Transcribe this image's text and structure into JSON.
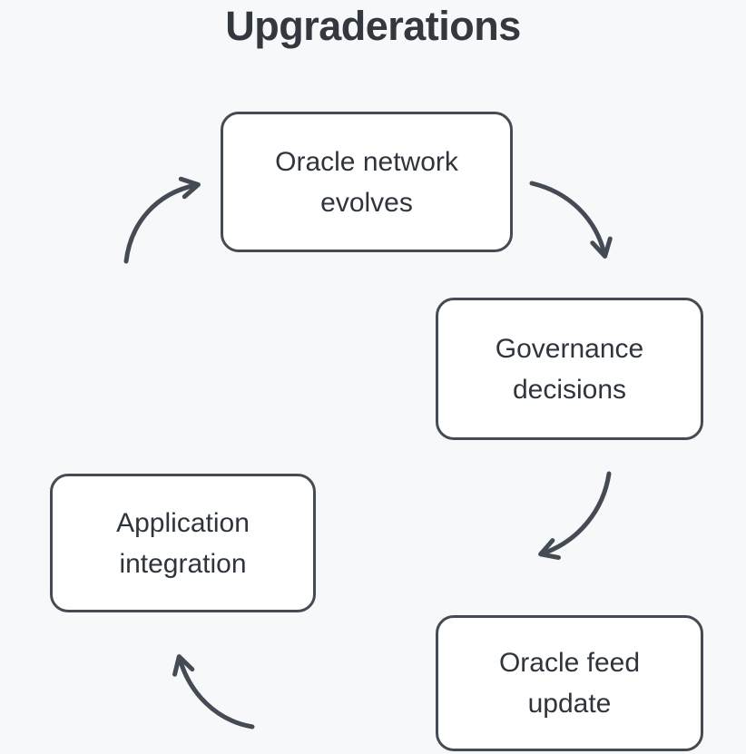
{
  "title": "Upgraderations",
  "diagram": {
    "type": "cycle",
    "nodes": [
      {
        "id": "oracle-network-evolves",
        "label": "Oracle network\nevolves"
      },
      {
        "id": "governance-decisions",
        "label": "Governance\ndecisions"
      },
      {
        "id": "oracle-feed-update",
        "label": "Oracle feed\nupdate"
      },
      {
        "id": "application-integration",
        "label": "Application\nintegration"
      }
    ],
    "edges": [
      {
        "from": "oracle-network-evolves",
        "to": "governance-decisions"
      },
      {
        "from": "governance-decisions",
        "to": "oracle-feed-update"
      },
      {
        "from": "oracle-feed-update",
        "to": "application-integration"
      },
      {
        "from": "application-integration",
        "to": "oracle-network-evolves"
      }
    ]
  },
  "colors": {
    "background": "#F7F8F9",
    "node_fill": "#FFFFFF",
    "node_border": "#454B54",
    "arrow": "#454B54",
    "title_text": "#33383F",
    "node_text": "#2F353C"
  }
}
